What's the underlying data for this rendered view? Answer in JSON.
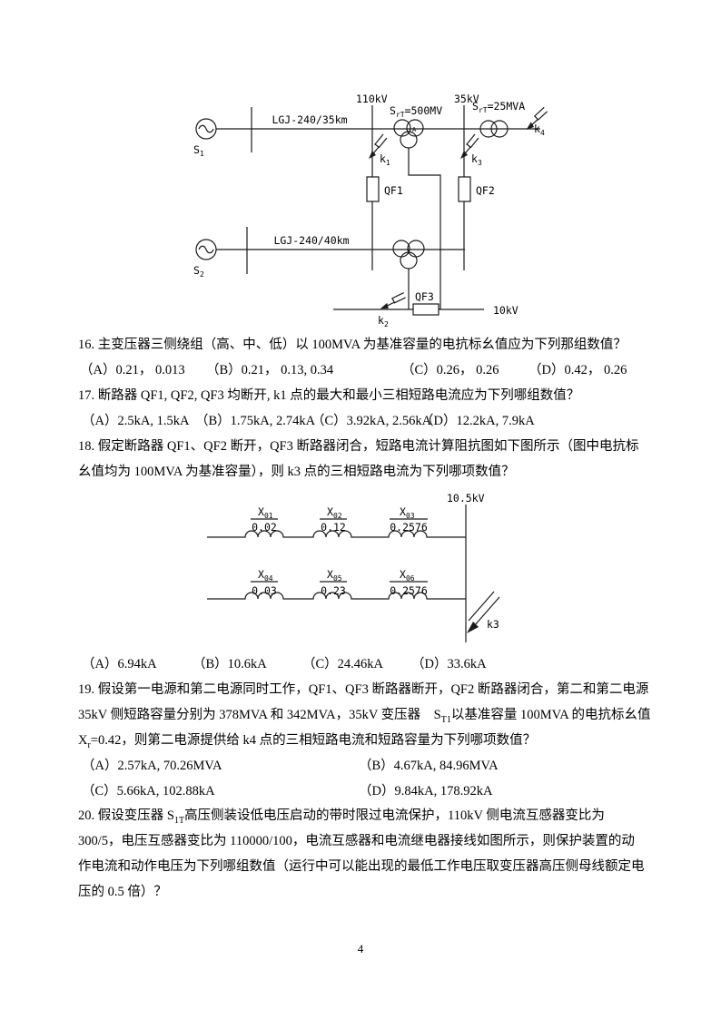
{
  "page": {
    "number": "4"
  },
  "d1": {
    "source1": {
      "main": "S",
      "sub": "1"
    },
    "source2": {
      "main": "S",
      "sub": "2"
    },
    "line_top": "LGJ-240/35km",
    "line_bottom": "LGJ-240/40km",
    "v110": "110kV",
    "v35": "35kV",
    "v10": "10kV",
    "t1": {
      "main": "S",
      "sub": "rT",
      "rest": "=500MV",
      "mark": "A"
    },
    "t3": {
      "main": "S",
      "sub": "rT",
      "rest": "=25MVA"
    },
    "qf1": "QF1",
    "qf2": "QF2",
    "qf3": "QF3",
    "k1": {
      "main": "k",
      "sub": "1"
    },
    "k2": {
      "main": "k",
      "sub": "2"
    },
    "k3": {
      "main": "k",
      "sub": "3"
    },
    "k4": {
      "main": "k",
      "sub": "4"
    }
  },
  "d2": {
    "voltage": "10.5kV",
    "fault": "k3",
    "x01": {
      "main": "X",
      "sub": "01",
      "value": "0.02"
    },
    "x02": {
      "main": "X",
      "sub": "02",
      "value": "0.12"
    },
    "x03": {
      "main": "X",
      "sub": "03",
      "value": "0.2576"
    },
    "x04": {
      "main": "X",
      "sub": "04",
      "value": "0.03"
    },
    "x05": {
      "main": "X",
      "sub": "05",
      "value": "0.23"
    },
    "x06": {
      "main": "X",
      "sub": "06",
      "value": "0.2576"
    }
  },
  "q16": {
    "text": "16. 主变压器三侧绕组（高、中、低）以 100MVA 为基准容量的电抗标幺值应为下列那组数值？",
    "optA": "（A）0.21， 0.013",
    "optB": "（B）0.21， 0.13, 0.34",
    "optC": "（C）0.26， 0.26",
    "optD": "（D）0.42， 0.26"
  },
  "q17": {
    "text": "17. 断路器 QF1, QF2, QF3 均断开, k1 点的最大和最小三相短路电流应为下列哪组数值？",
    "optA": "（A）2.5kA, 1.5kA",
    "optB": "（B）1.75kA, 2.74kA",
    "optC": "（C）3.92kA, 2.56kA",
    "optD": "（D）12.2kA, 7.9kA"
  },
  "q18": {
    "line1": "18. 假定断路器 QF1、QF2 断开，QF3 断路器闭合，短路电流计算阻抗图如下图所示（图中电抗标",
    "line2": "幺值均为 100MVA 为基准容量），则 k3 点的三相短路电流为下列哪项数值？",
    "optA": "（A）6.94kA",
    "optB": "（B）10.6kA",
    "optC": "（C）24.46kA",
    "optD": "（D）33.6kA"
  },
  "q19": {
    "line1": "19. 假设第一电源和第二电源同时工作，QF1、QF3 断路器断开，QF2 断路器闭合，第二和第二电源",
    "line2_pre": "35kV 侧短路容量分别为 378MVA 和 342MVA，35kV 变压器　S",
    "line2_sub": "T1",
    "line2_post": "以基准容量 100MVA 的电抗标幺值",
    "line3_pre": "X",
    "line3_sub": "r",
    "line3_post": "=0.42，则第二电源提供给 k4 点的三相短路电流和短路容量为下列哪项数值？",
    "optA": "（A）2.57kA, 70.26MVA",
    "optB": "（B）4.67kA, 84.96MVA",
    "optC": "（C）5.66kA, 102.88kA",
    "optD": "（D）9.84kA, 178.92kA"
  },
  "q20": {
    "line1_pre": "20. 假设变压器 S",
    "line1_sub": "1T",
    "line1_post": "高压侧装设低电压启动的带时限过电流保护，110kV 侧电流互感器变比为",
    "line2": "300/5，电压互感器变比为 110000/100，电流互感器和电流继电器接线如图所示，则保护装置的动",
    "line3": "作电流和动作电压为下列哪组数值（运行中可以能出现的最低工作电压取变压器高压侧母线额定电",
    "line4": "压的 0.5 倍）？"
  }
}
